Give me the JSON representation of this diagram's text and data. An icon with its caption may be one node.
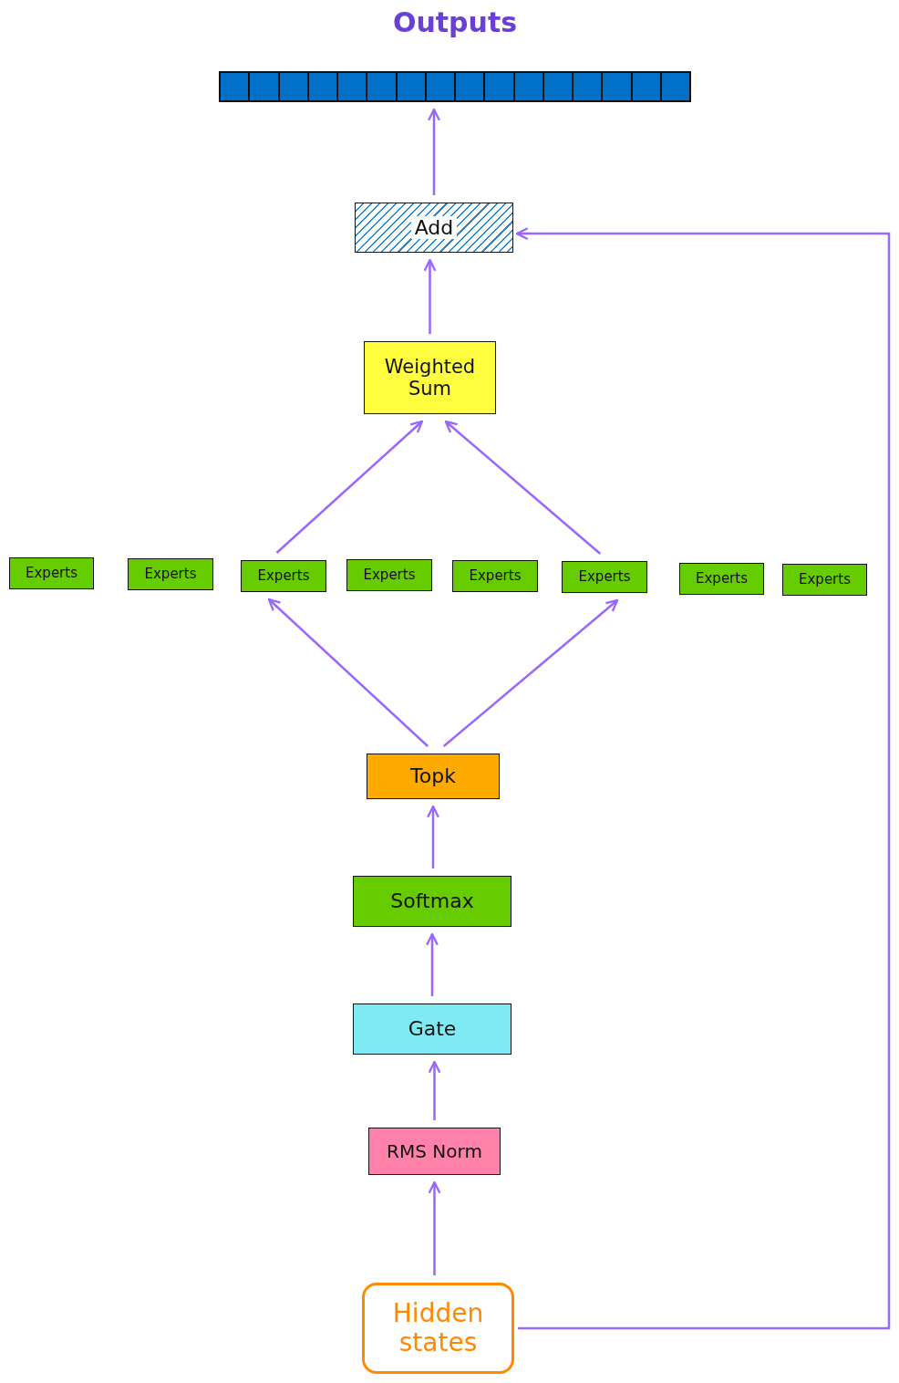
{
  "diagram": {
    "nodes": [
      {
        "text": [
          "Outputs"
        ]
      },
      {
        "text": [
          "Add"
        ]
      },
      {
        "text": [
          "Weighted Sum"
        ]
      },
      {
        "text": [
          "Experts"
        ]
      },
      {
        "text": [
          "Experts"
        ]
      },
      {
        "text": [
          "Experts"
        ]
      },
      {
        "text": [
          "Experts"
        ]
      },
      {
        "text": [
          "Experts"
        ]
      },
      {
        "text": [
          "Experts"
        ]
      },
      {
        "text": [
          "Experts"
        ]
      },
      {
        "text": [
          "Experts"
        ]
      },
      {
        "text": [
          "Topk"
        ]
      },
      {
        "text": [
          "Softmax"
        ]
      },
      {
        "text": [
          "Gate"
        ]
      },
      {
        "text": [
          "RMS Norm"
        ]
      },
      {
        "text": [
          "Hidden states"
        ]
      }
    ],
    "edges": [
      {
        "from": 15,
        "to": 14,
        "arrow": "to"
      },
      {
        "from": 14,
        "to": 13,
        "arrow": "to"
      },
      {
        "from": 13,
        "to": 12,
        "arrow": "to"
      },
      {
        "from": 12,
        "to": 11,
        "arrow": "to"
      },
      {
        "from": 11,
        "to": 5,
        "arrow": "to"
      },
      {
        "from": 11,
        "to": 8,
        "arrow": "to"
      },
      {
        "from": 5,
        "to": 2,
        "arrow": "to"
      },
      {
        "from": 8,
        "to": 2,
        "arrow": "to"
      },
      {
        "from": 2,
        "to": 1,
        "arrow": "to"
      },
      {
        "from": 1,
        "to": 0,
        "arrow": "to"
      },
      {
        "from": 15,
        "to": 1,
        "arrow": "to"
      }
    ]
  }
}
